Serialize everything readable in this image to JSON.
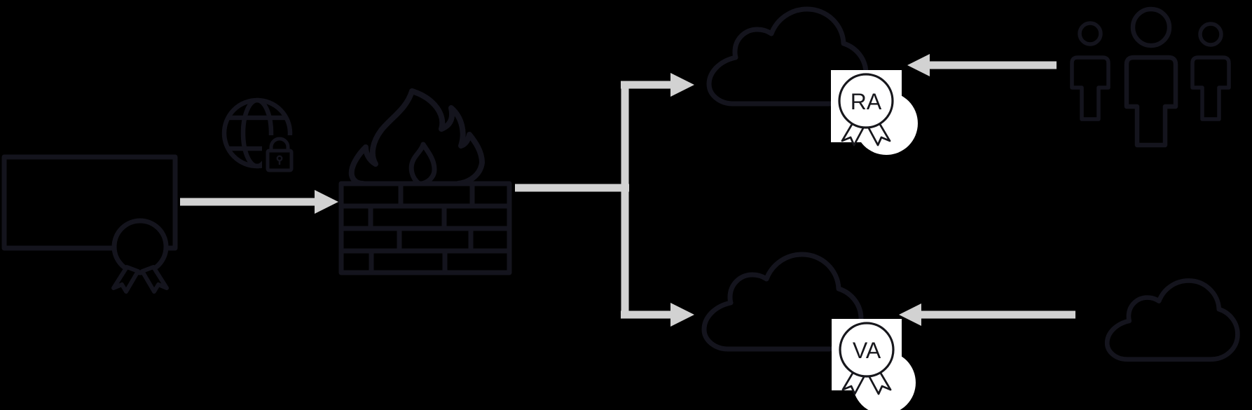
{
  "page": {
    "type": "architecture-diagram",
    "background": "#000000"
  },
  "colors": {
    "bg": "#000000",
    "icon_stroke": "#14141d",
    "arrow": "#d2d2d2",
    "badge_bg": "#ffffff",
    "badge_stroke": "#17171c"
  },
  "badges": {
    "ra": {
      "label": "RA"
    },
    "va": {
      "label": "VA"
    }
  },
  "icons": [
    {
      "name": "certificate-icon",
      "desc": "certificate sheet with award seal ribbon"
    },
    {
      "name": "secure-globe-icon",
      "desc": "globe with padlock"
    },
    {
      "name": "firewall-icon",
      "desc": "brick wall with flames"
    },
    {
      "name": "cloud-ra-icon",
      "desc": "cloud with RA award badge"
    },
    {
      "name": "cloud-va-icon",
      "desc": "cloud with VA award badge"
    },
    {
      "name": "users-icon",
      "desc": "group of three people"
    },
    {
      "name": "cloud-icon",
      "desc": "plain cloud"
    }
  ],
  "connectors": [
    {
      "from": "certificate",
      "to": "firewall",
      "style": "arrow-right"
    },
    {
      "from": "firewall",
      "to": "branch-split",
      "style": "line"
    },
    {
      "from": "branch-split",
      "to": "cloud-ra",
      "style": "arrow-right"
    },
    {
      "from": "branch-split",
      "to": "cloud-va",
      "style": "arrow-right"
    },
    {
      "from": "users",
      "to": "cloud-ra",
      "style": "arrow-left"
    },
    {
      "from": "cloud",
      "to": "cloud-va",
      "style": "arrow-left"
    }
  ]
}
